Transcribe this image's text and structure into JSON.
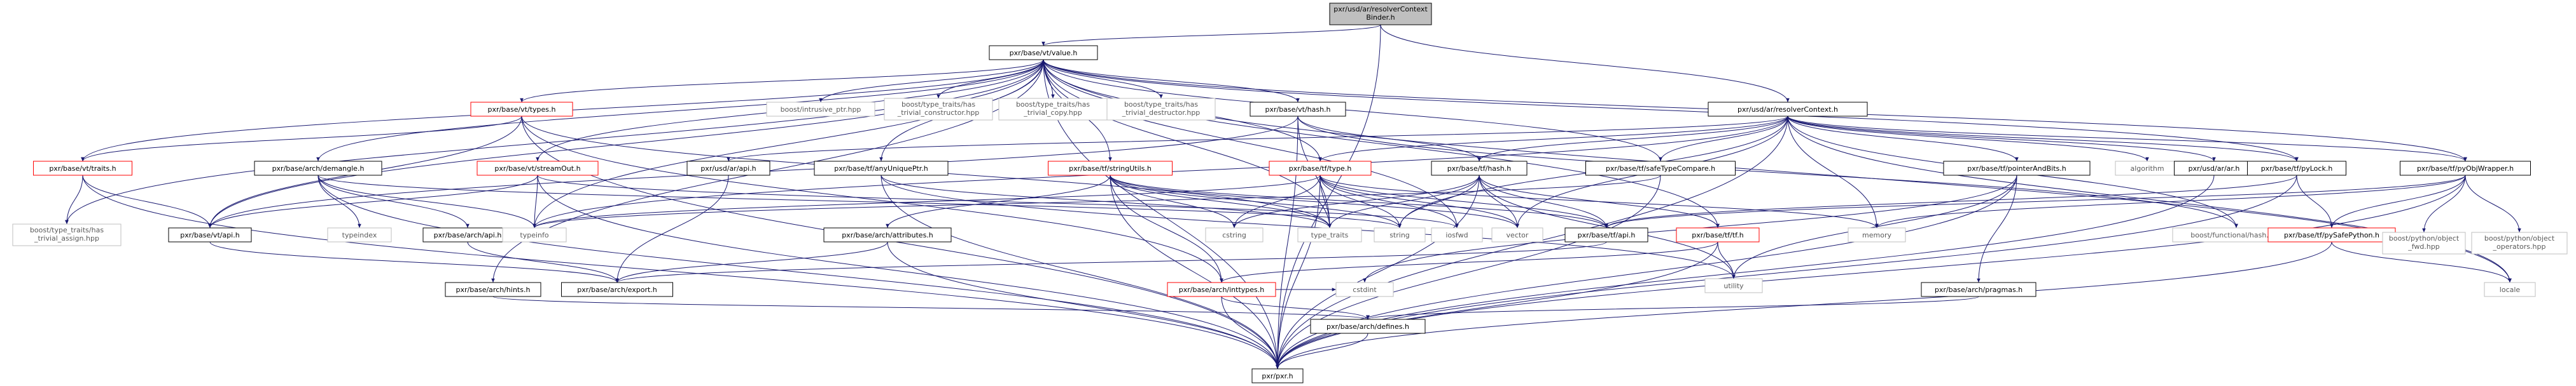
{
  "graph": {
    "colors": {
      "edge": "#191970",
      "node_border": "#000000",
      "node_border_red": "#ff0000",
      "node_border_grey": "#bfbfbf",
      "root_fill": "#bfbfbf",
      "node_fill": "#ffffff",
      "text": "#000000",
      "grey_text": "#000000"
    },
    "nodes": [
      {
        "id": "root",
        "lines": [
          "pxr/usd/ar/resolverContext",
          "Binder.h"
        ],
        "style": "root"
      },
      {
        "id": "value",
        "lines": [
          "pxr/base/vt/value.h"
        ],
        "style": "normal"
      },
      {
        "id": "resolverContext",
        "lines": [
          "pxr/usd/ar/resolverContext.h"
        ],
        "style": "normal"
      },
      {
        "id": "pxr",
        "lines": [
          "pxr/pxr.h"
        ],
        "style": "normal"
      },
      {
        "id": "types",
        "lines": [
          "pxr/base/vt/types.h"
        ],
        "style": "red"
      },
      {
        "id": "intrusive",
        "lines": [
          "boost/intrusive_ptr.hpp"
        ],
        "style": "grey"
      },
      {
        "id": "trivctor",
        "lines": [
          "boost/type_traits/has",
          "_trivial_constructor.hpp"
        ],
        "style": "grey"
      },
      {
        "id": "trivcopy",
        "lines": [
          "boost/type_traits/has",
          "_trivial_copy.hpp"
        ],
        "style": "grey"
      },
      {
        "id": "trivdtor",
        "lines": [
          "boost/type_traits/has",
          "_trivial_destructor.hpp"
        ],
        "style": "grey"
      },
      {
        "id": "vthash",
        "lines": [
          "pxr/base/vt/hash.h"
        ],
        "style": "normal"
      },
      {
        "id": "traits",
        "lines": [
          "pxr/base/vt/traits.h"
        ],
        "style": "red"
      },
      {
        "id": "demangle",
        "lines": [
          "pxr/base/arch/demangle.h"
        ],
        "style": "normal"
      },
      {
        "id": "streamOut",
        "lines": [
          "pxr/base/vt/streamOut.h"
        ],
        "style": "red"
      },
      {
        "id": "arapi",
        "lines": [
          "pxr/usd/ar/api.h"
        ],
        "style": "normal"
      },
      {
        "id": "anyUnique",
        "lines": [
          "pxr/base/tf/anyUniquePtr.h"
        ],
        "style": "normal"
      },
      {
        "id": "stringUtils",
        "lines": [
          "pxr/base/tf/stringUtils.h"
        ],
        "style": "red"
      },
      {
        "id": "tftype",
        "lines": [
          "pxr/base/tf/type.h"
        ],
        "style": "red"
      },
      {
        "id": "tfhash",
        "lines": [
          "pxr/base/tf/hash.h"
        ],
        "style": "normal"
      },
      {
        "id": "safeTypeCompare",
        "lines": [
          "pxr/base/tf/safeTypeCompare.h"
        ],
        "style": "normal"
      },
      {
        "id": "pointerAndBits",
        "lines": [
          "pxr/base/tf/pointerAndBits.h"
        ],
        "style": "normal"
      },
      {
        "id": "algorithm",
        "lines": [
          "algorithm"
        ],
        "style": "grey"
      },
      {
        "id": "arh",
        "lines": [
          "pxr/usd/ar/ar.h"
        ],
        "style": "normal"
      },
      {
        "id": "pyLock",
        "lines": [
          "pxr/base/tf/pyLock.h"
        ],
        "style": "normal"
      },
      {
        "id": "pyObjWrapper",
        "lines": [
          "pxr/base/tf/pyObjWrapper.h"
        ],
        "style": "normal"
      },
      {
        "id": "typeTraitsAssign",
        "lines": [
          "boost/type_traits/has",
          "_trivial_assign.hpp"
        ],
        "style": "grey"
      },
      {
        "id": "vtapi",
        "lines": [
          "pxr/base/vt/api.h"
        ],
        "style": "normal"
      },
      {
        "id": "typeindex",
        "lines": [
          "typeindex"
        ],
        "style": "grey"
      },
      {
        "id": "archapi",
        "lines": [
          "pxr/base/arch/api.h"
        ],
        "style": "normal"
      },
      {
        "id": "typeinfo",
        "lines": [
          "typeinfo"
        ],
        "style": "grey"
      },
      {
        "id": "attributes",
        "lines": [
          "pxr/base/arch/attributes.h"
        ],
        "style": "normal"
      },
      {
        "id": "cstring",
        "lines": [
          "cstring"
        ],
        "style": "grey"
      },
      {
        "id": "typetraits",
        "lines": [
          "type_traits"
        ],
        "style": "grey"
      },
      {
        "id": "string",
        "lines": [
          "string"
        ],
        "style": "grey"
      },
      {
        "id": "iosfwd",
        "lines": [
          "iosfwd"
        ],
        "style": "grey"
      },
      {
        "id": "vector",
        "lines": [
          "vector"
        ],
        "style": "grey"
      },
      {
        "id": "tfapi",
        "lines": [
          "pxr/base/tf/api.h"
        ],
        "style": "normal"
      },
      {
        "id": "memory",
        "lines": [
          "memory"
        ],
        "style": "grey"
      },
      {
        "id": "tfh",
        "lines": [
          "pxr/base/tf/tf.h"
        ],
        "style": "red"
      },
      {
        "id": "utility",
        "lines": [
          "utility"
        ],
        "style": "grey"
      },
      {
        "id": "functionalHash",
        "lines": [
          "boost/functional/hash.hpp"
        ],
        "style": "grey"
      },
      {
        "id": "pySafePython",
        "lines": [
          "pxr/base/tf/pySafePython.h"
        ],
        "style": "red"
      },
      {
        "id": "objectFwd",
        "lines": [
          "boost/python/object",
          "_fwd.hpp"
        ],
        "style": "grey"
      },
      {
        "id": "objectOperators",
        "lines": [
          "boost/python/object",
          "_operators.hpp"
        ],
        "style": "grey"
      },
      {
        "id": "locale",
        "lines": [
          "locale"
        ],
        "style": "grey"
      },
      {
        "id": "hints",
        "lines": [
          "pxr/base/arch/hints.h"
        ],
        "style": "normal"
      },
      {
        "id": "archexport",
        "lines": [
          "pxr/base/arch/export.h"
        ],
        "style": "normal"
      },
      {
        "id": "inttypes",
        "lines": [
          "pxr/base/arch/inttypes.h"
        ],
        "style": "red"
      },
      {
        "id": "pragmas",
        "lines": [
          "pxr/base/arch/pragmas.h"
        ],
        "style": "normal"
      },
      {
        "id": "defines",
        "lines": [
          "pxr/base/arch/defines.h"
        ],
        "style": "normal"
      },
      {
        "id": "cstdint",
        "lines": [
          "cstdint"
        ],
        "style": "grey"
      }
    ],
    "edges": [
      [
        "root",
        "value"
      ],
      [
        "root",
        "resolverContext"
      ],
      [
        "root",
        "pxr"
      ],
      [
        "value",
        "types"
      ],
      [
        "value",
        "intrusive"
      ],
      [
        "value",
        "trivctor"
      ],
      [
        "value",
        "trivcopy"
      ],
      [
        "value",
        "trivdtor"
      ],
      [
        "value",
        "vthash"
      ],
      [
        "value",
        "traits"
      ],
      [
        "value",
        "demangle"
      ],
      [
        "value",
        "streamOut"
      ],
      [
        "value",
        "anyUnique"
      ],
      [
        "value",
        "stringUtils"
      ],
      [
        "value",
        "tftype"
      ],
      [
        "value",
        "safeTypeCompare"
      ],
      [
        "value",
        "pyLock"
      ],
      [
        "value",
        "pyObjWrapper"
      ],
      [
        "value",
        "typeTraitsAssign"
      ],
      [
        "value",
        "vtapi"
      ],
      [
        "value",
        "hints"
      ],
      [
        "value",
        "typeinfo"
      ],
      [
        "value",
        "typetraits"
      ],
      [
        "value",
        "iosfwd"
      ],
      [
        "value",
        "tfh"
      ],
      [
        "value",
        "pxr"
      ],
      [
        "value",
        "locale"
      ],
      [
        "resolverContext",
        "arapi"
      ],
      [
        "resolverContext",
        "tftype"
      ],
      [
        "resolverContext",
        "tfhash"
      ],
      [
        "resolverContext",
        "safeTypeCompare"
      ],
      [
        "resolverContext",
        "pointerAndBits"
      ],
      [
        "resolverContext",
        "algorithm"
      ],
      [
        "resolverContext",
        "arh"
      ],
      [
        "resolverContext",
        "pyLock"
      ],
      [
        "resolverContext",
        "pyObjWrapper"
      ],
      [
        "resolverContext",
        "memory"
      ],
      [
        "resolverContext",
        "string"
      ],
      [
        "resolverContext",
        "vector"
      ],
      [
        "resolverContext",
        "typeinfo"
      ],
      [
        "resolverContext",
        "pxr"
      ],
      [
        "resolverContext",
        "functionalHash"
      ],
      [
        "resolverContext",
        "locale"
      ],
      [
        "types",
        "traits"
      ],
      [
        "types",
        "vtapi"
      ],
      [
        "types",
        "inttypes"
      ],
      [
        "types",
        "typetraits"
      ],
      [
        "types",
        "pxr"
      ],
      [
        "vthash",
        "tfhash"
      ],
      [
        "vthash",
        "vtapi"
      ],
      [
        "vthash",
        "typetraits"
      ],
      [
        "vthash",
        "functionalHash"
      ],
      [
        "vthash",
        "pxr"
      ],
      [
        "traits",
        "typeTraitsAssign"
      ],
      [
        "traits",
        "vtapi"
      ],
      [
        "traits",
        "pxr"
      ],
      [
        "demangle",
        "typeindex"
      ],
      [
        "demangle",
        "typeinfo"
      ],
      [
        "demangle",
        "string"
      ],
      [
        "demangle",
        "archapi"
      ],
      [
        "demangle",
        "pxr"
      ],
      [
        "streamOut",
        "vtapi"
      ],
      [
        "streamOut",
        "typeinfo"
      ],
      [
        "streamOut",
        "iosfwd"
      ],
      [
        "streamOut",
        "pxr"
      ],
      [
        "arapi",
        "archexport"
      ],
      [
        "anyUnique",
        "typetraits"
      ],
      [
        "anyUnique",
        "utility"
      ],
      [
        "anyUnique",
        "pxr"
      ],
      [
        "stringUtils",
        "attributes"
      ],
      [
        "stringUtils",
        "inttypes"
      ],
      [
        "stringUtils",
        "tfapi"
      ],
      [
        "stringUtils",
        "cstring"
      ],
      [
        "stringUtils",
        "string"
      ],
      [
        "stringUtils",
        "vector"
      ],
      [
        "stringUtils",
        "typetraits"
      ],
      [
        "stringUtils",
        "pxr"
      ],
      [
        "tftype",
        "typeinfo"
      ],
      [
        "tftype",
        "cstring"
      ],
      [
        "tftype",
        "typetraits"
      ],
      [
        "tftype",
        "string"
      ],
      [
        "tftype",
        "iosfwd"
      ],
      [
        "tftype",
        "vector"
      ],
      [
        "tftype",
        "memory"
      ],
      [
        "tftype",
        "tfapi"
      ],
      [
        "tftype",
        "pxr"
      ],
      [
        "tfhash",
        "tfapi"
      ],
      [
        "tfhash",
        "tfh"
      ],
      [
        "tfhash",
        "cstring"
      ],
      [
        "tfhash",
        "string"
      ],
      [
        "tfhash",
        "vector"
      ],
      [
        "tfhash",
        "utility"
      ],
      [
        "tfhash",
        "typetraits"
      ],
      [
        "tfhash",
        "pxr"
      ],
      [
        "safeTypeCompare",
        "typeinfo"
      ],
      [
        "safeTypeCompare",
        "pxr"
      ],
      [
        "pointerAndBits",
        "pragmas"
      ],
      [
        "pointerAndBits",
        "cstdint"
      ],
      [
        "pointerAndBits",
        "utility"
      ],
      [
        "pointerAndBits",
        "pxr"
      ],
      [
        "arh",
        "pxr"
      ],
      [
        "pyLock",
        "pySafePython"
      ],
      [
        "pyLock",
        "tfapi"
      ],
      [
        "pyLock",
        "pxr"
      ],
      [
        "pyObjWrapper",
        "pySafePython"
      ],
      [
        "pyObjWrapper",
        "tfapi"
      ],
      [
        "pyObjWrapper",
        "objectFwd"
      ],
      [
        "pyObjWrapper",
        "objectOperators"
      ],
      [
        "pyObjWrapper",
        "memory"
      ],
      [
        "pyObjWrapper",
        "pxr"
      ],
      [
        "vtapi",
        "archexport"
      ],
      [
        "archapi",
        "archexport"
      ],
      [
        "attributes",
        "archexport"
      ],
      [
        "attributes",
        "pxr"
      ],
      [
        "tfapi",
        "archexport"
      ],
      [
        "tfh",
        "inttypes"
      ],
      [
        "tfh",
        "utility"
      ],
      [
        "tfh",
        "pxr"
      ],
      [
        "pySafePython",
        "locale"
      ],
      [
        "pySafePython",
        "pxr"
      ],
      [
        "hints",
        "defines"
      ],
      [
        "inttypes",
        "defines"
      ],
      [
        "inttypes",
        "cstdint"
      ],
      [
        "inttypes",
        "pxr"
      ],
      [
        "pragmas",
        "defines"
      ],
      [
        "defines",
        "pxr"
      ]
    ]
  }
}
